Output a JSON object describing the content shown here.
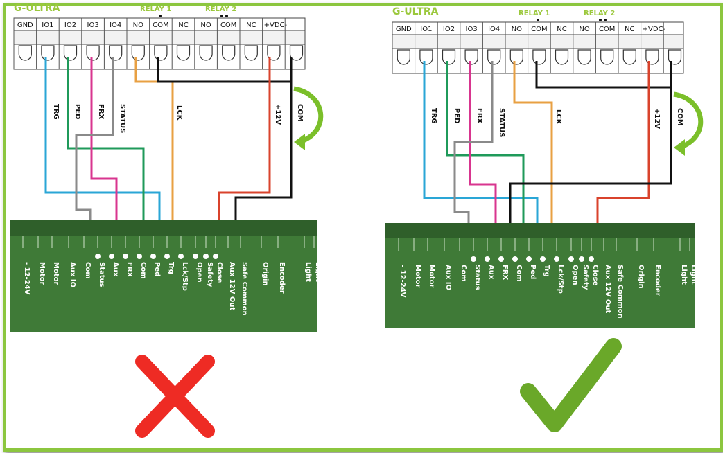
{
  "panels": [
    {
      "id": "wrong",
      "brand": "G-ULTRA",
      "relay1": "RELAY 1",
      "relay2": "RELAY 2",
      "terminals": [
        "GND",
        "IO1",
        "IO2",
        "IO3",
        "IO4",
        "NO",
        "COM",
        "NC",
        "NO",
        "COM",
        "NC",
        "+VDC-"
      ],
      "wire_labels": {
        "trg": "TRG",
        "ped": "PED",
        "frx": "FRX",
        "status": "STATUS",
        "lck": "LCK",
        "v12": "+12V",
        "com": "COM"
      },
      "board_labels": [
        "- 12-24V",
        "Motor",
        "Motor",
        "Aux IO",
        "Com",
        "Status",
        "Aux",
        "FRX",
        "Com",
        "Ped",
        "Trg",
        "Lck/Stp",
        "Open",
        "Safety",
        "Close",
        "Aux 12V Out",
        "Safe Common",
        "Origin",
        "Encoder",
        "Light",
        "Light"
      ],
      "verdict": "wrong"
    },
    {
      "id": "correct",
      "brand": "G-ULTRA",
      "relay1": "RELAY 1",
      "relay2": "RELAY 2",
      "terminals": [
        "GND",
        "IO1",
        "IO2",
        "IO3",
        "IO4",
        "NO",
        "COM",
        "NC",
        "NO",
        "COM",
        "NC",
        "+VDC-"
      ],
      "wire_labels": {
        "trg": "TRG",
        "ped": "PED",
        "frx": "FRX",
        "status": "STATUS",
        "lck": "LCK",
        "v12": "+12V",
        "com": "COM"
      },
      "board_labels": [
        "- 12-24V",
        "Motor",
        "Motor",
        "Aux IO",
        "Com",
        "Status",
        "Aux",
        "FRX",
        "Com",
        "Ped",
        "Trg",
        "Lck/Stp",
        "Open",
        "Safety",
        "Close",
        "Aux 12V Out",
        "Safe Common",
        "Origin",
        "Encoder",
        "Light",
        "Light"
      ],
      "verdict": "correct"
    }
  ],
  "colors": {
    "frame": "#8cc63f",
    "board": "#3f7a37",
    "board_dark": "#2f5f2a",
    "cross": "#ee2b24",
    "check": "#6aa829",
    "wire_trg": "#2aa6d6",
    "wire_ped": "#1f9a5a",
    "wire_frx": "#d8358f",
    "wire_status": "#8a8a8a",
    "wire_lck": "#e8a043",
    "wire_12v": "#d9432c",
    "wire_com": "#111111",
    "arrow": "#7bbf2a"
  }
}
